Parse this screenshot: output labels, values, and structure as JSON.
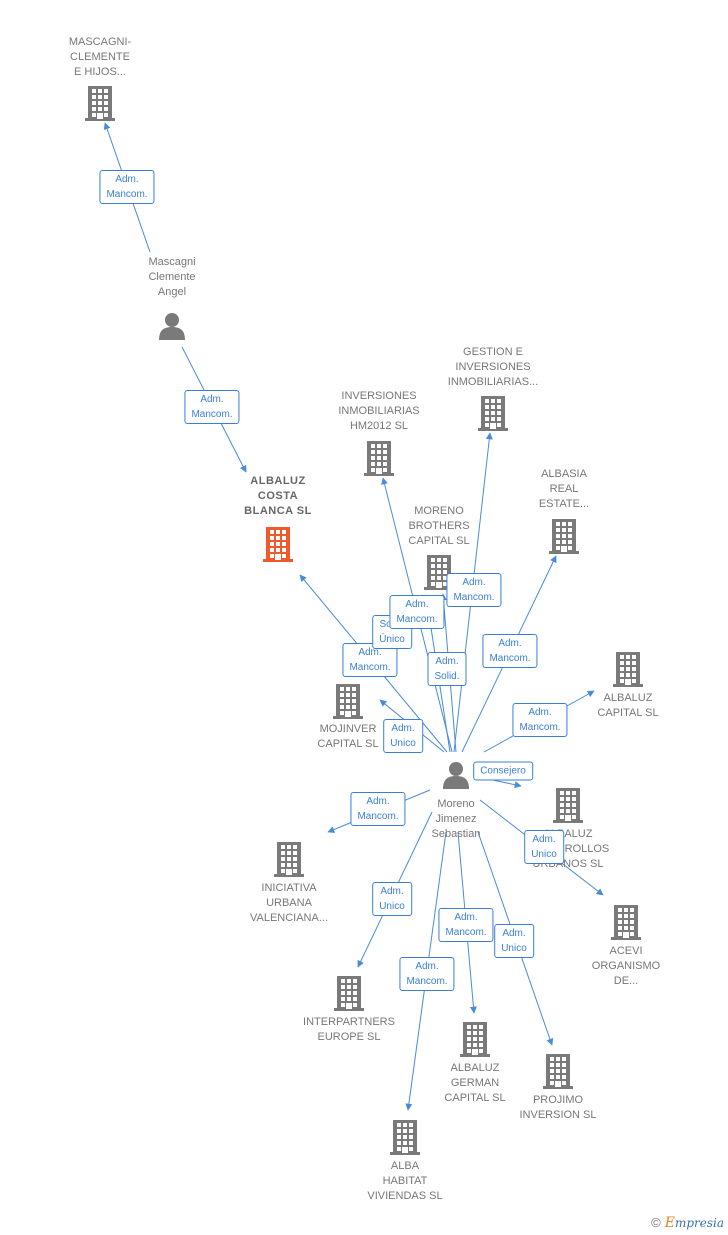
{
  "colors": {
    "edge": "#4a8bd8",
    "building": "#7a7a7a",
    "focus": "#f05a2a",
    "person": "#7a7a7a",
    "text": "#777777"
  },
  "nodes": [
    {
      "id": "mascagni_hijos",
      "kind": "company",
      "lines": [
        "MASCAGNI-",
        "CLEMENTE",
        "E HIJOS..."
      ]
    },
    {
      "id": "mascagni_angel",
      "kind": "person",
      "lines": [
        "Mascagni",
        "Clemente",
        "Angel"
      ]
    },
    {
      "id": "albaluz_costa",
      "kind": "focus",
      "lines": [
        "ALBALUZ",
        "COSTA",
        "BLANCA  SL"
      ]
    },
    {
      "id": "inv_hm2012",
      "kind": "company",
      "lines": [
        "INVERSIONES",
        "INMOBILIARIAS",
        "HM2012 SL"
      ]
    },
    {
      "id": "gestion_inv",
      "kind": "company",
      "lines": [
        "GESTION E",
        "INVERSIONES",
        "INMOBILIARIAS..."
      ]
    },
    {
      "id": "albasia",
      "kind": "company",
      "lines": [
        "ALBASIA",
        "REAL",
        "ESTATE..."
      ]
    },
    {
      "id": "moreno_brothers",
      "kind": "company",
      "lines": [
        "MORENO",
        "BROTHERS",
        "CAPITAL  SL"
      ]
    },
    {
      "id": "mojinver",
      "kind": "company",
      "lines": [
        "MOJINVER",
        "CAPITAL SL"
      ]
    },
    {
      "id": "albaluz_capital",
      "kind": "company",
      "lines": [
        "ALBALUZ",
        "CAPITAL  SL"
      ]
    },
    {
      "id": "moreno_sebastian",
      "kind": "person",
      "lines": [
        "Moreno",
        "Jimenez",
        "Sebastian"
      ]
    },
    {
      "id": "albaluz_desarrollos",
      "kind": "company",
      "lines": [
        "ALBALUZ",
        "DESARROLLOS",
        "URBANOS SL"
      ]
    },
    {
      "id": "iniciativa",
      "kind": "company",
      "lines": [
        "INICIATIVA",
        "URBANA",
        "VALENCIANA..."
      ]
    },
    {
      "id": "acevi",
      "kind": "company",
      "lines": [
        "ACEVI",
        "ORGANISMO",
        "DE..."
      ]
    },
    {
      "id": "interpartners",
      "kind": "company",
      "lines": [
        "INTERPARTNERS",
        "EUROPE  SL"
      ]
    },
    {
      "id": "albaluz_german",
      "kind": "company",
      "lines": [
        "ALBALUZ",
        "GERMAN",
        "CAPITAL  SL"
      ]
    },
    {
      "id": "projimo",
      "kind": "company",
      "lines": [
        "PROJIMO",
        "INVERSION SL"
      ]
    },
    {
      "id": "alba_habitat",
      "kind": "company",
      "lines": [
        "ALBA",
        "HABITAT",
        "VIVIENDAS  SL"
      ]
    }
  ],
  "edges": [
    {
      "id": "e1",
      "lines": [
        "Adm.",
        "Mancom."
      ]
    },
    {
      "id": "e2",
      "lines": [
        "Adm.",
        "Mancom."
      ]
    },
    {
      "id": "e3",
      "lines": [
        "Adm.",
        "Mancom."
      ]
    },
    {
      "id": "e4",
      "lines": [
        "Socio",
        "Único"
      ]
    },
    {
      "id": "e5",
      "lines": [
        "Adm.",
        "Mancom."
      ]
    },
    {
      "id": "e6",
      "lines": [
        "Adm.",
        "Mancom."
      ]
    },
    {
      "id": "e7",
      "lines": [
        "Adm.",
        "Solid."
      ]
    },
    {
      "id": "e8",
      "lines": [
        "Adm.",
        "Mancom."
      ]
    },
    {
      "id": "e9",
      "lines": [
        "Adm.",
        "Unico"
      ]
    },
    {
      "id": "e10",
      "lines": [
        "Adm.",
        "Mancom."
      ]
    },
    {
      "id": "e11",
      "lines": [
        "Consejero"
      ]
    },
    {
      "id": "e12",
      "lines": [
        "Adm.",
        "Mancom."
      ]
    },
    {
      "id": "e13",
      "lines": [
        "Adm.",
        "Unico"
      ]
    },
    {
      "id": "e14",
      "lines": [
        "Adm.",
        "Unico"
      ]
    },
    {
      "id": "e15",
      "lines": [
        "Adm.",
        "Mancom."
      ]
    },
    {
      "id": "e16",
      "lines": [
        "Adm.",
        "Unico"
      ]
    },
    {
      "id": "e17",
      "lines": [
        "Adm.",
        "Mancom."
      ]
    }
  ],
  "footer": {
    "copyright": "©",
    "brand_initial": "E",
    "brand_rest": "mpresia"
  }
}
